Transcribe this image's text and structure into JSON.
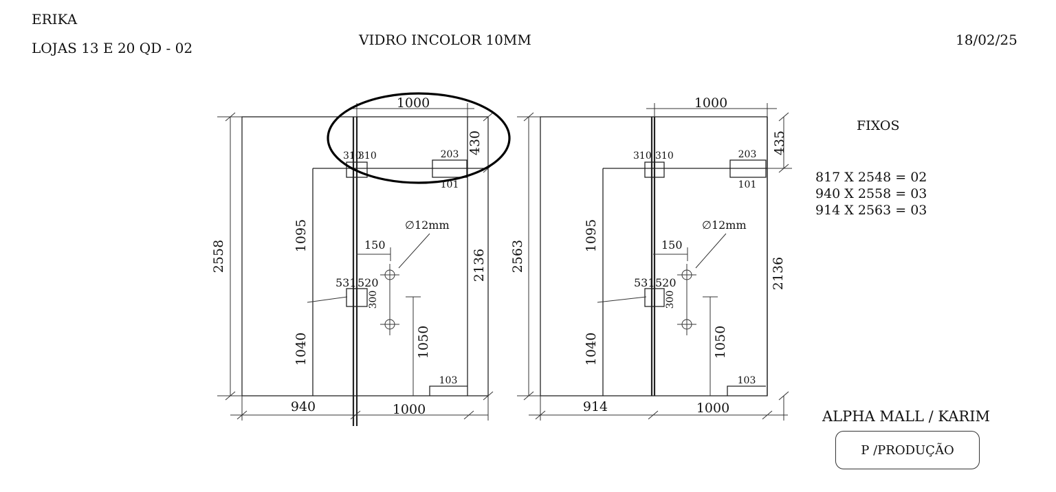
{
  "header": {
    "client": "ERIKA",
    "store": "LOJAS  13 E 20  QD - 02",
    "glass": "VIDRO INCOLOR 10MM",
    "date": "18/02/25"
  },
  "panel_a": {
    "height": "2558",
    "width_left": "940",
    "width_right": "1000",
    "top_width": "1000",
    "top_height": "430",
    "hinge_top_a": "310",
    "hinge_top_b": "310",
    "fit_top": "203",
    "fit_bottom": "101",
    "fit_floor": "103",
    "upper": "1095",
    "lower": "1040",
    "handle_h": "1050",
    "door_h": "2136",
    "lock_a": "531",
    "lock_b": "520",
    "handle_dx": "150",
    "handle_spacing": "300",
    "hole": "∅12mm"
  },
  "panel_b": {
    "height": "2563",
    "width_left": "914",
    "width_right": "1000",
    "top_width": "1000",
    "top_height": "435",
    "hinge_top_a": "310",
    "hinge_top_b": "310",
    "fit_top": "203",
    "fit_bottom": "101",
    "fit_floor": "103",
    "upper": "1095",
    "lower": "1040",
    "handle_h": "1050",
    "door_h": "2136",
    "lock_a": "531",
    "lock_b": "520",
    "handle_dx": "150",
    "handle_spacing": "300",
    "hole": "∅12mm"
  },
  "side": {
    "title": "FIXOS",
    "items": [
      "817 X 2548 = 02",
      "940 X 2558 = 03",
      "914 X 2563 = 03"
    ],
    "client": "ALPHA MALL / KARIM",
    "stamp": "P /PRODUÇÃO"
  }
}
